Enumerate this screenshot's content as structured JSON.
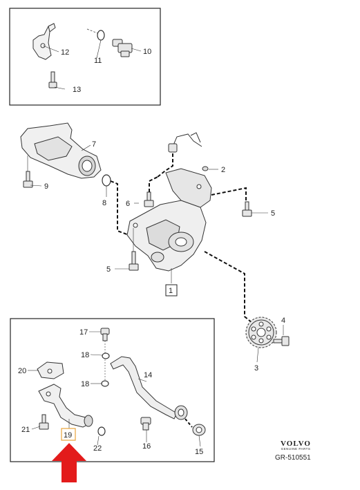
{
  "diagram": {
    "callouts": {
      "c1": "1",
      "c2": "2",
      "c3": "3",
      "c4": "4",
      "c5a": "5",
      "c5b": "5",
      "c6": "6",
      "c7": "7",
      "c8": "8",
      "c9": "9",
      "c10": "10",
      "c11": "11",
      "c12": "12",
      "c13": "13",
      "c14": "14",
      "c15": "15",
      "c16": "16",
      "c17": "17",
      "c18a": "18",
      "c18b": "18",
      "c19": "19",
      "c20": "20",
      "c21": "21",
      "c22": "22"
    },
    "brand_logo": "VOLVO",
    "brand_tagline": "GENUINE PARTS",
    "reference": "GR-510551",
    "highlight_arrow_color": "#e31b1b",
    "highlight_box_color": "#e8a33a"
  }
}
